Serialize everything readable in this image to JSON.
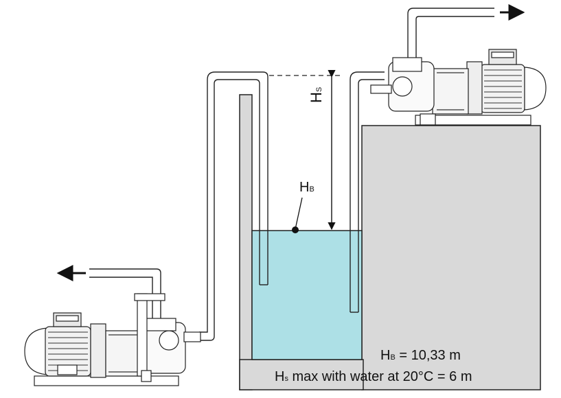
{
  "labels": {
    "hs_main": "H",
    "hs_sub": "S",
    "hb_main": "H",
    "hb_sub": "B"
  },
  "formulas": {
    "hb_main": "H",
    "hb_sub": "B",
    "hb_rest": " = 10,33 m",
    "hs_main": "H",
    "hs_sub": "s",
    "hs_rest": " max with water at 20°C = 6 m"
  },
  "colors": {
    "water": "#ade0e6",
    "ground": "#d9d9d9",
    "outline": "#222222"
  }
}
